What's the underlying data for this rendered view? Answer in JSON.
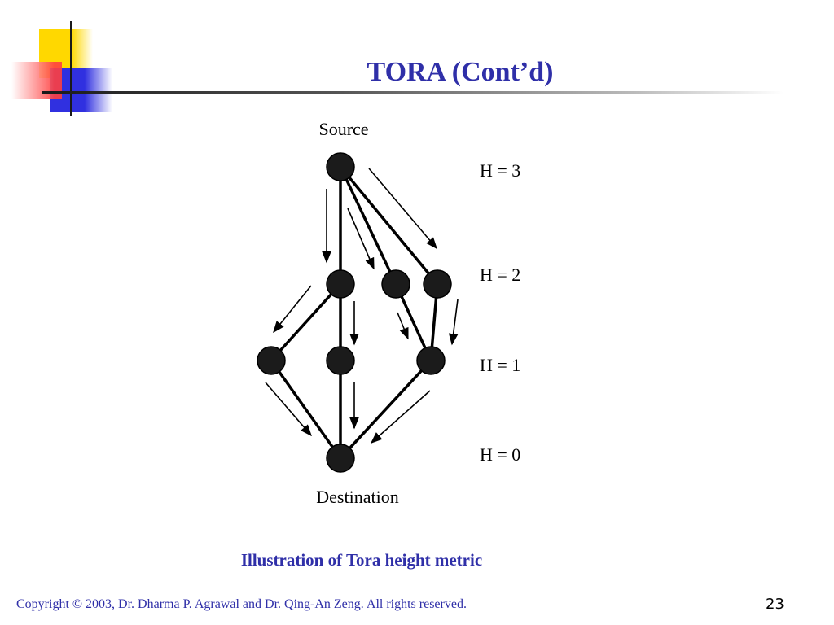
{
  "slide": {
    "title": "TORA (Cont’d)",
    "caption": "Illustration of Tora height metric",
    "copyright": "Copyright © 2003, Dr. Dharma P. Agrawal and Dr. Qing-An Zeng. All rights reserved.",
    "page_number": "23"
  },
  "diagram": {
    "source_label": "Source",
    "destination_label": "Destination",
    "height_labels": [
      "H = 3",
      "H = 2",
      "H = 1",
      "H = 0"
    ],
    "nodes": [
      {
        "id": "s",
        "height": 3
      },
      {
        "id": "a",
        "height": 2
      },
      {
        "id": "b",
        "height": 2
      },
      {
        "id": "c",
        "height": 2
      },
      {
        "id": "d",
        "height": 1
      },
      {
        "id": "e",
        "height": 1
      },
      {
        "id": "f",
        "height": 1
      },
      {
        "id": "t",
        "height": 0
      }
    ],
    "links": [
      [
        "s",
        "a"
      ],
      [
        "s",
        "b"
      ],
      [
        "s",
        "c"
      ],
      [
        "a",
        "d"
      ],
      [
        "a",
        "e"
      ],
      [
        "b",
        "f"
      ],
      [
        "c",
        "f"
      ],
      [
        "d",
        "t"
      ],
      [
        "e",
        "t"
      ],
      [
        "f",
        "t"
      ]
    ]
  },
  "colors": {
    "accent": "#2f2fa8",
    "node": "#1b1b1b",
    "deco_yellow": "#ffd800",
    "deco_red": "#ff4040",
    "deco_blue": "#3030e0"
  }
}
